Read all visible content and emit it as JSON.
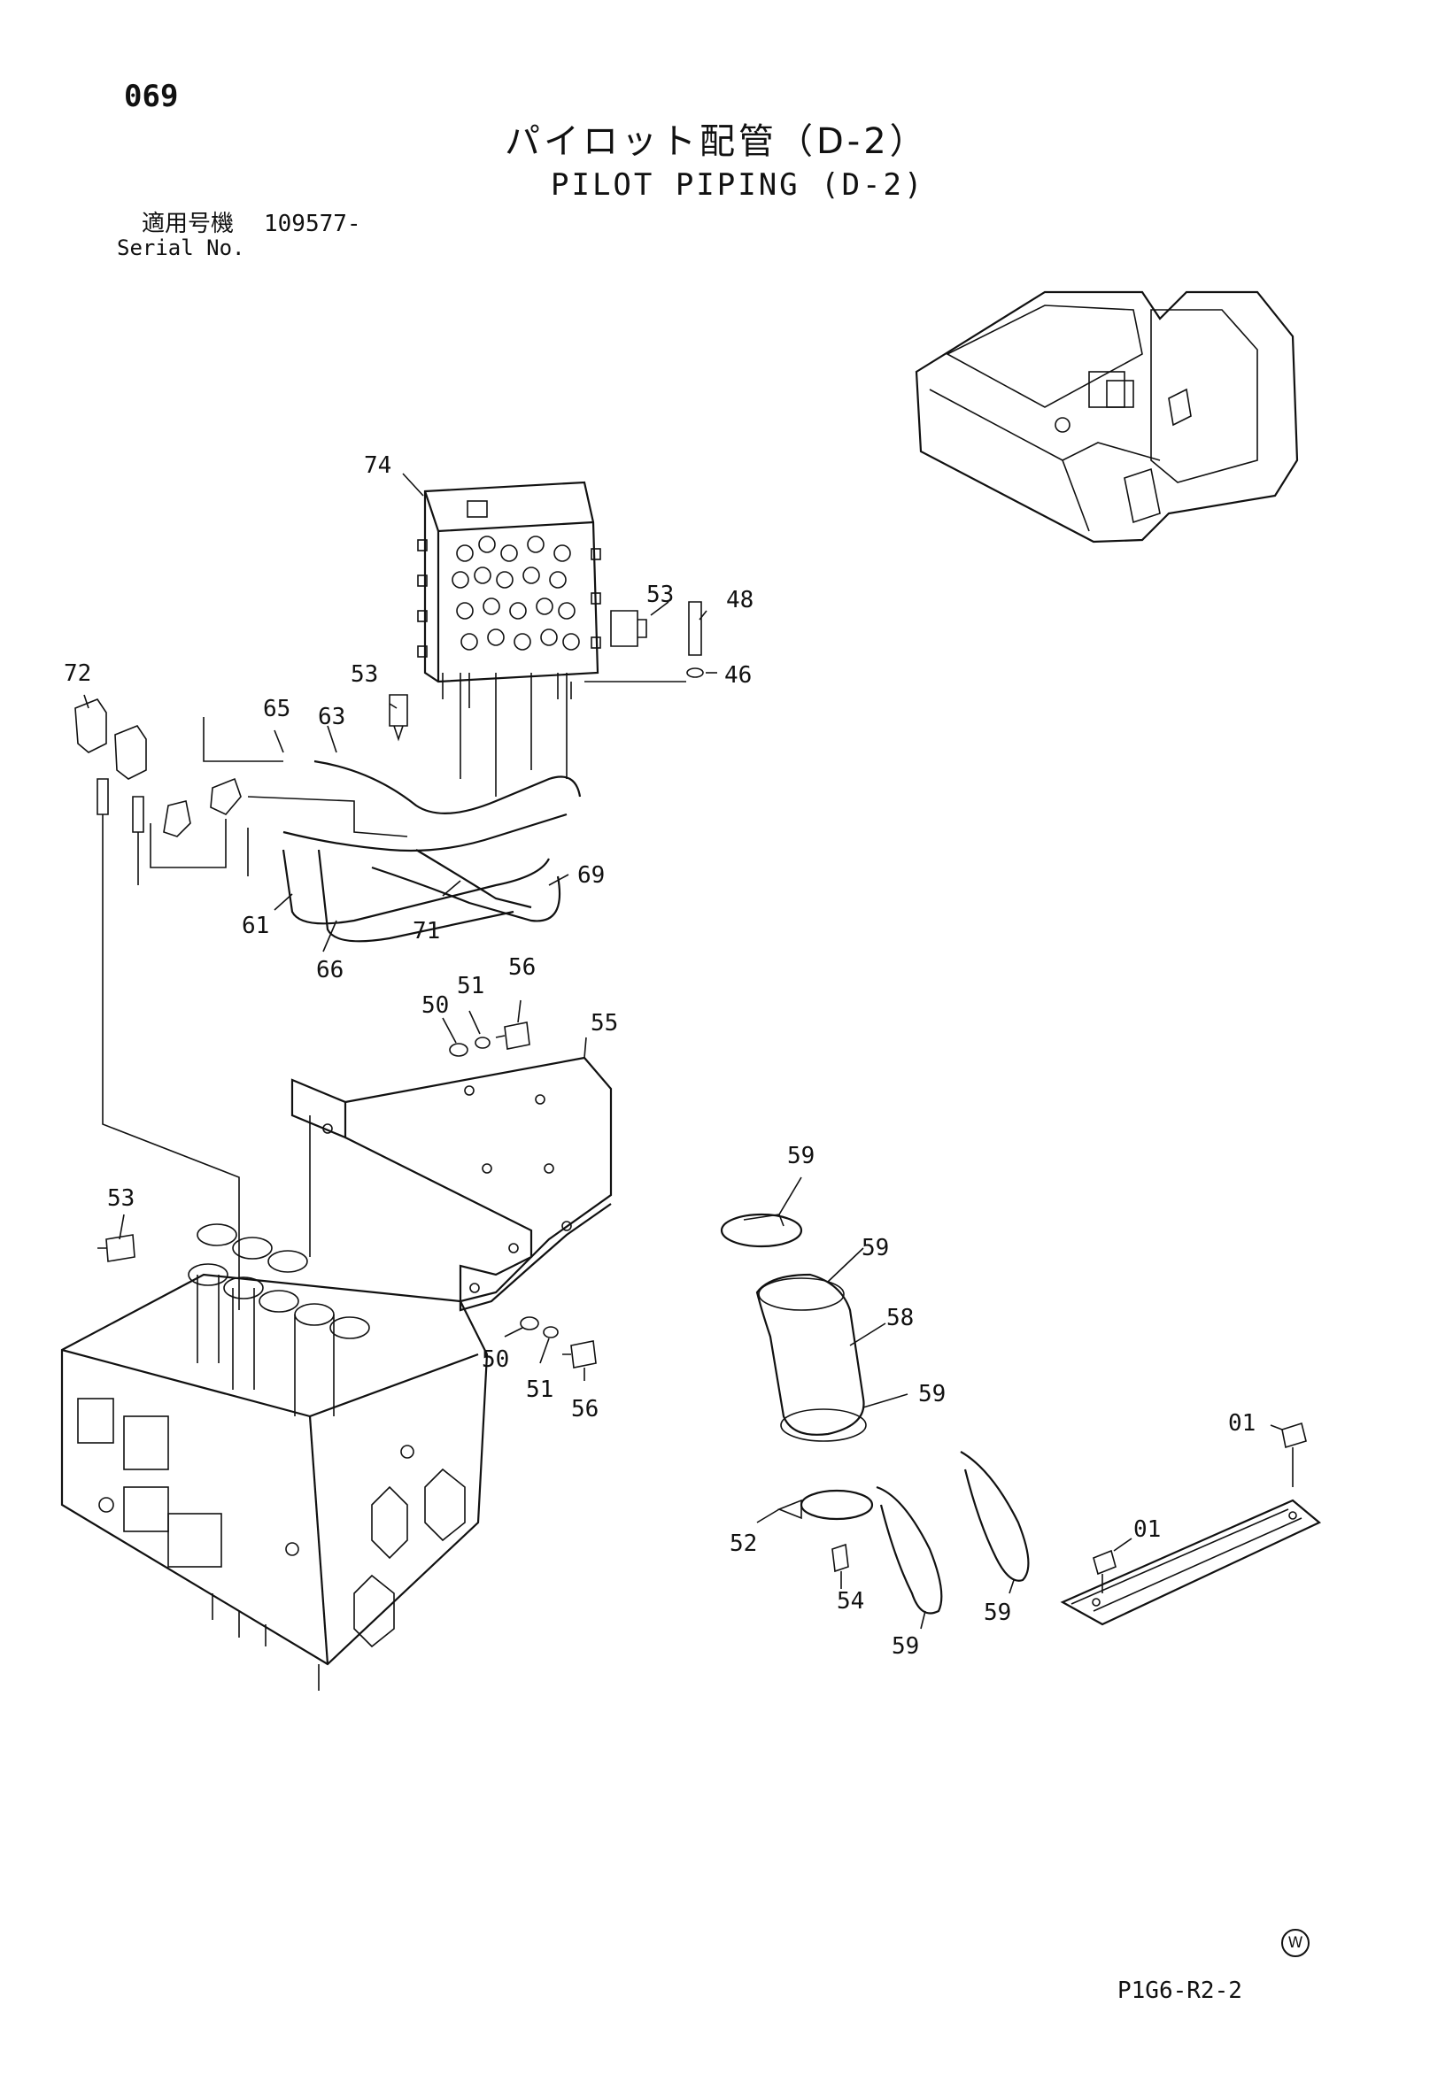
{
  "header": {
    "page_number": "069",
    "title_jp": "パイロット配管（D-2）",
    "title_en": "PILOT PIPING (D-2)",
    "serial_label_jp": "適用号機",
    "serial_value": "109577-",
    "serial_label_en": "Serial No."
  },
  "callouts": {
    "c74": "74",
    "c53a": "53",
    "c48": "48",
    "c46": "46",
    "c72": "72",
    "c53b": "53",
    "c65": "65",
    "c63": "63",
    "c69": "69",
    "c61": "61",
    "c71": "71",
    "c66": "66",
    "c50a": "50",
    "c51a": "51",
    "c56a": "56",
    "c55": "55",
    "c53c": "53",
    "c50b": "50",
    "c51b": "51",
    "c56b": "56",
    "c59a": "59",
    "c59b": "59",
    "c58": "58",
    "c59c": "59",
    "c01a": "01",
    "c01b": "01",
    "c52": "52",
    "c54": "54",
    "c59d": "59",
    "c59e": "59"
  },
  "footer": {
    "mark": "W",
    "drawing_code": "P1G6-R2-2"
  }
}
